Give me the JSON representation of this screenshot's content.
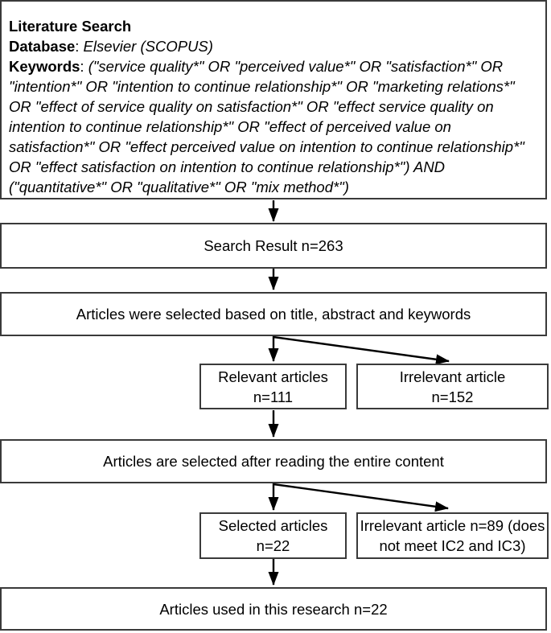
{
  "figure": {
    "header": {
      "title": "Literature Search",
      "database_label": "Database",
      "separator": ": ",
      "database_value": "Elsevier (SCOPUS)",
      "keywords_label": "Keywords",
      "keywords_value": "(\"service quality*\" OR \"perceived value*\" OR \"satisfaction*\" OR\n\"intention*\" OR \"intention to continue relationship*\" OR \"marketing relations*\"\nOR \"effect of service quality on satisfaction*\" OR \"effect service quality on\nintention to continue relationship*\" OR \"effect of perceived value on\nsatisfaction*\" OR \"effect perceived value on intention to continue relationship*\"\nOR \"effect satisfaction on intention to continue relationship*\") AND\n(\"quantitative*\" OR \"qualitative*\" OR \"mix method*\")"
    },
    "boxes": {
      "search_result": "Search Result n=263",
      "screening": "Articles were selected based on title, abstract and keywords",
      "relevant": "Relevant articles\nn=111",
      "irrelevant_title": "Irrelevant article\nn=152",
      "full_text": "Articles are selected after reading the entire content",
      "selected": "Selected articles\nn=22",
      "irrelevant_full": "Irrelevant article n=89 (does\nnot meet IC2 and IC3)",
      "final": "Articles used in this research n=22"
    },
    "colors": {
      "border": "#3a3a3a",
      "arrow": "#000000",
      "text": "#000000",
      "background": "#ffffff"
    }
  }
}
